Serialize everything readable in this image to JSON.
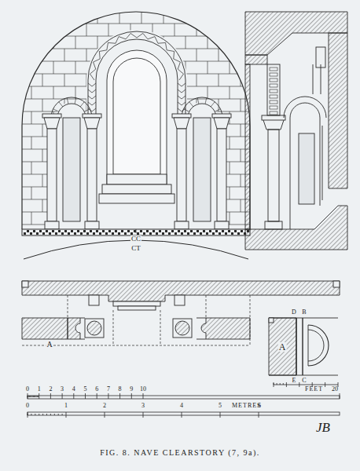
{
  "diagram": {
    "caption": "FIG. 8. NAVE CLEARSTORY (7, 9a).",
    "labels": [
      "CC",
      "CT",
      "A",
      "A",
      "D",
      "B",
      "E",
      "C",
      "0",
      "1",
      "2",
      "3",
      "4",
      "5",
      "6",
      "7",
      "8",
      "9",
      "10",
      "FEET",
      "20",
      "0",
      "1",
      "2",
      "3",
      "4",
      "5",
      "METRES",
      "6",
      "JB"
    ]
  }
}
